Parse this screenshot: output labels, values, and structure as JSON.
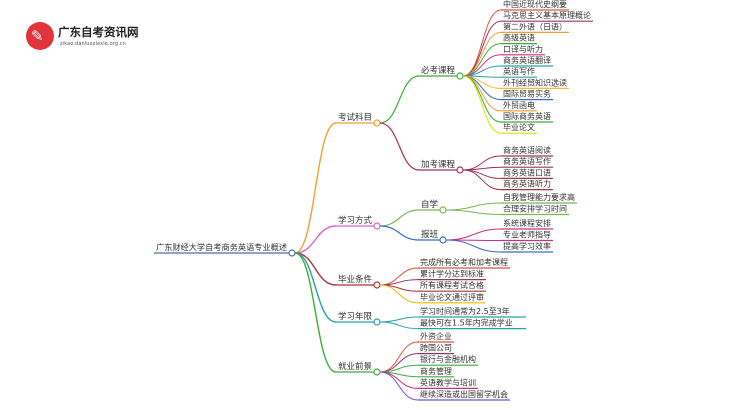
{
  "logo": {
    "icon": "graduation-cap-icon",
    "name": "广东自考资讯网",
    "domain": "zikao.danluoxiexie.org.cn"
  },
  "mindmap": {
    "root": "广东财经大学自考商务英语专业概述",
    "branches": [
      {
        "label": "考试科目",
        "color": "#f0a030",
        "children": [
          {
            "label": "必考课程",
            "color": "#3cae3c",
            "leaves": [
              {
                "text": "中国近现代史纲要",
                "color": "#e05040"
              },
              {
                "text": "马克思主义基本原理概论",
                "color": "#a03060"
              },
              {
                "text": "第二外语（日语）",
                "color": "#f0a030"
              },
              {
                "text": "高级英语",
                "color": "#3cae3c"
              },
              {
                "text": "口译与听力",
                "color": "#c83080"
              },
              {
                "text": "商务英语翻译",
                "color": "#2aa0b0"
              },
              {
                "text": "英语写作",
                "color": "#2aa0b0"
              },
              {
                "text": "外刊经贸知识选读",
                "color": "#f0c030"
              },
              {
                "text": "国际贸易实务",
                "color": "#3a6fc0"
              },
              {
                "text": "外贸函电",
                "color": "#f0a030"
              },
              {
                "text": "国际商务英语",
                "color": "#3cae3c"
              },
              {
                "text": "毕业论文",
                "color": "#e0e000"
              }
            ]
          },
          {
            "label": "加考课程",
            "color": "#a03050",
            "leaves": [
              {
                "text": "商务英语阅读",
                "color": "#a03050"
              },
              {
                "text": "商务英语写作",
                "color": "#a03050"
              },
              {
                "text": "商务英语口语",
                "color": "#a03050"
              },
              {
                "text": "商务英语听力",
                "color": "#a03050"
              }
            ]
          }
        ]
      },
      {
        "label": "学习方式",
        "color": "#e060d0",
        "children": [
          {
            "label": "自学",
            "color": "#7ab850",
            "leaves": [
              {
                "text": "自我管理能力要求高",
                "color": "#7ab850"
              },
              {
                "text": "合理安排学习时间",
                "color": "#7ab850"
              }
            ]
          },
          {
            "label": "报班",
            "color": "#3a6fc0",
            "leaves": [
              {
                "text": "系统课程安排",
                "color": "#c83080"
              },
              {
                "text": "专业老师指导",
                "color": "#c83080"
              },
              {
                "text": "提高学习效率",
                "color": "#3a6fc0"
              }
            ]
          }
        ]
      },
      {
        "label": "毕业条件",
        "color": "#b03040",
        "leaves": [
          {
            "text": "完成所有必考和加考课程",
            "color": "#e05040"
          },
          {
            "text": "累计学分达到标准",
            "color": "#a03060"
          },
          {
            "text": "所有课程考试合格",
            "color": "#b03040"
          },
          {
            "text": "毕业论文通过评审",
            "color": "#e0c000"
          }
        ]
      },
      {
        "label": "学习年限",
        "color": "#2aa0b0",
        "leaves": [
          {
            "text": "学习时间通常为2.5至3年",
            "color": "#2aa0b0"
          },
          {
            "text": "最快可在1.5年内完成学业",
            "color": "#2aa0b0"
          }
        ]
      },
      {
        "label": "就业前景",
        "color": "#3cae3c",
        "leaves": [
          {
            "text": "外资企业",
            "color": "#e05040"
          },
          {
            "text": "跨国公司",
            "color": "#a03060"
          },
          {
            "text": "银行与金融机构",
            "color": "#3cae3c"
          },
          {
            "text": "商务管理",
            "color": "#3cae3c"
          },
          {
            "text": "英语教学与培训",
            "color": "#c83080"
          },
          {
            "text": "继续深造或出国留学机会",
            "color": "#7a4fc0"
          }
        ]
      }
    ]
  }
}
